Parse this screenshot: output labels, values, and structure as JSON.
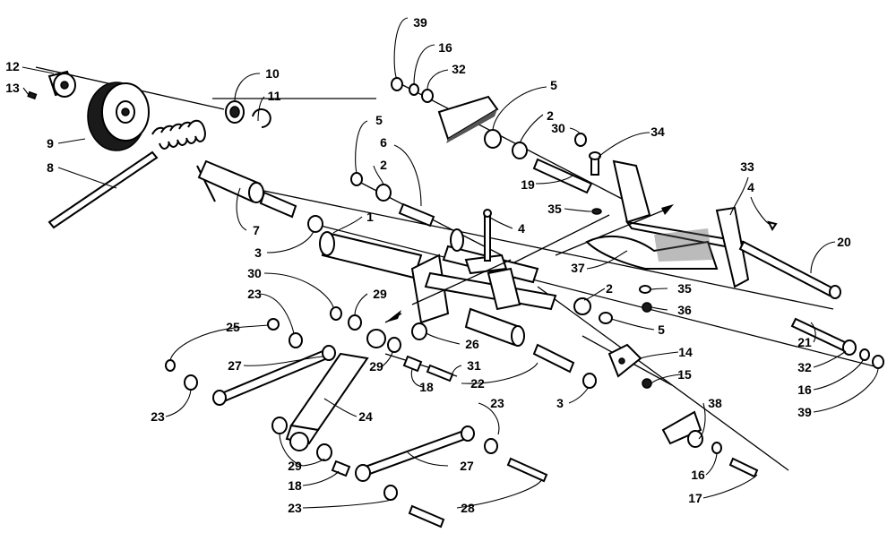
{
  "labels": {
    "l39a": "39",
    "l16a": "16",
    "l32a": "32",
    "l12": "12",
    "l13": "13",
    "l10": "10",
    "l11": "11",
    "l9": "9",
    "l8": "8",
    "l5a": "5",
    "l6": "6",
    "l2a": "2",
    "l7": "7",
    "l3a": "3",
    "l1": "1",
    "l5b": "5",
    "l2b": "2",
    "l19": "19",
    "l30a": "30",
    "l34": "34",
    "l35a": "35",
    "l4a": "4",
    "l33": "33",
    "l4b": "4",
    "l20": "20",
    "l37": "37",
    "l35b": "35",
    "l36": "36",
    "l2c": "2",
    "l5c": "5",
    "l30b": "30",
    "l29a": "29",
    "l23a": "23",
    "l25": "25",
    "l26": "26",
    "l14": "14",
    "l21": "21",
    "l32b": "32",
    "l16b": "16",
    "l39b": "39",
    "l29b": "29",
    "l31": "31",
    "l27a": "27",
    "l18a": "18",
    "l22": "22",
    "l15": "15",
    "l3b": "3",
    "l23b": "23",
    "l24": "24",
    "l38": "38",
    "l23c": "23",
    "l29c": "29",
    "l27b": "27",
    "l18b": "18",
    "l16c": "16",
    "l17": "17",
    "l23d": "23",
    "l28": "28"
  }
}
